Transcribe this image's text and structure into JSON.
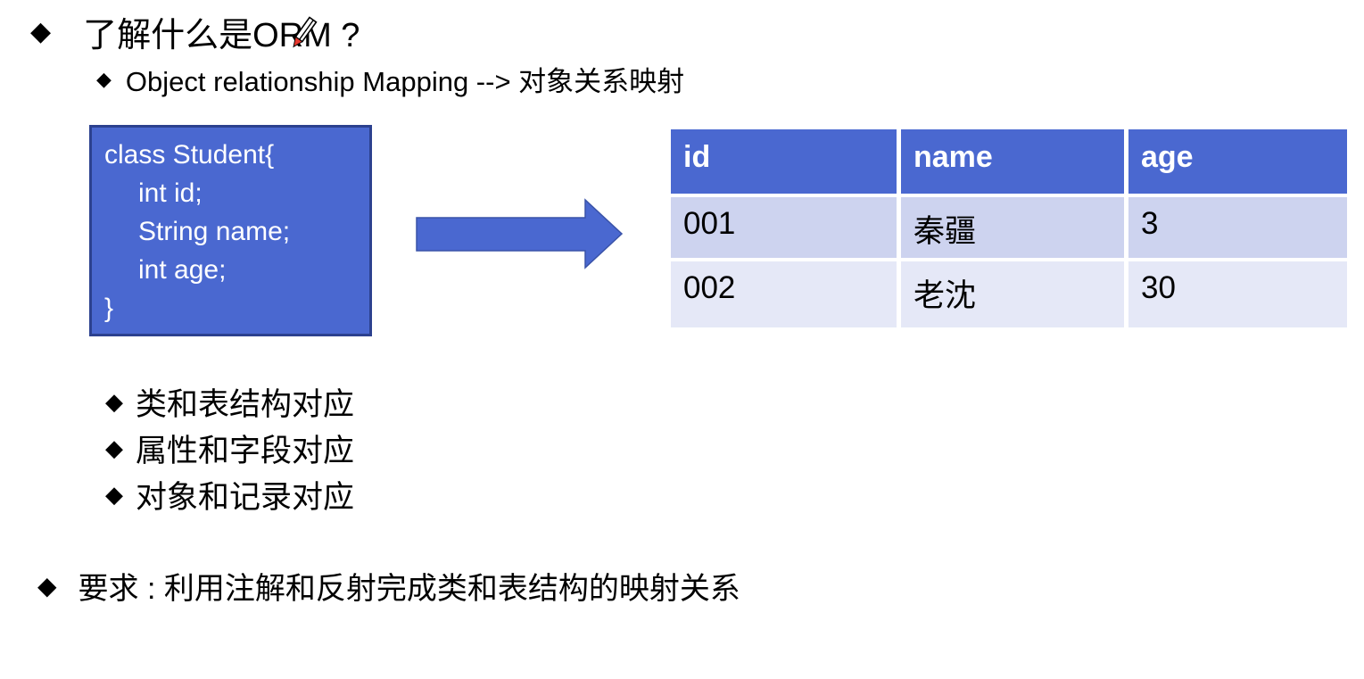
{
  "colors": {
    "primary_blue": "#4a68d0",
    "box_border": "#2c418f",
    "arrow_border": "#3a53a8",
    "row_odd_bg": "#cdd3ef",
    "row_even_bg": "#e5e8f7",
    "text_color": "#000000",
    "inverse_text": "#ffffff"
  },
  "bullets": {
    "diamond": "◆"
  },
  "icons": {
    "pencil_cursor": "pencil-cursor-icon",
    "arrow_right": "arrow-right-icon"
  },
  "title": {
    "text": "了解什么是ORM ?"
  },
  "subtitle": {
    "text": "Object relationship Mapping --> 对象关系映射"
  },
  "code_box": {
    "lines": [
      "class Student{",
      "int id;",
      "String name;",
      "int age;",
      "}"
    ]
  },
  "table": {
    "headers": [
      "id",
      "name",
      "age"
    ],
    "rows": [
      [
        "001",
        "秦疆",
        "3"
      ],
      [
        "002",
        "老沈",
        "30"
      ]
    ]
  },
  "notes": [
    "类和表结构对应",
    "属性和字段对应",
    "对象和记录对应"
  ],
  "requirement": {
    "text": "要求 : 利用注解和反射完成类和表结构的映射关系"
  }
}
